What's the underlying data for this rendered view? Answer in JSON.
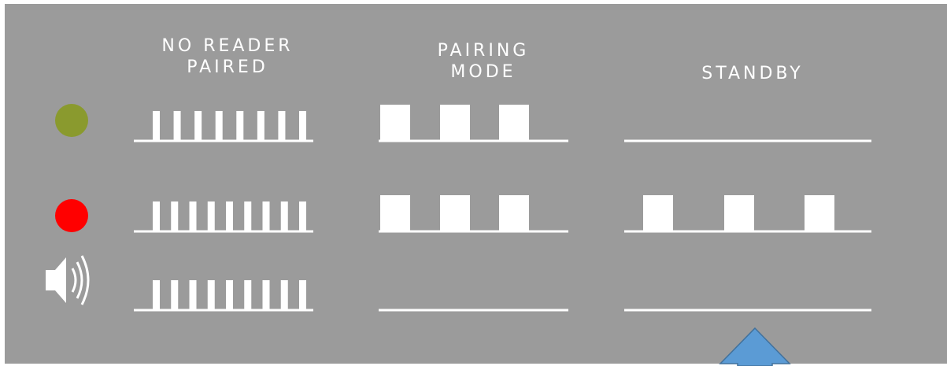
{
  "colors": {
    "panel": "#9b9b9b",
    "foreground": "#ffffff",
    "green_led": "#8a9a2e",
    "red_led": "#ff0000",
    "arrow_fill": "#5b9bd5",
    "arrow_stroke": "#41719c"
  },
  "columns": [
    {
      "key": "no_reader_paired",
      "heading": "NO READER\nPAIRED"
    },
    {
      "key": "pairing_mode",
      "heading": "PAIRING\nMODE"
    },
    {
      "key": "standby",
      "heading": "STANDBY"
    }
  ],
  "rows": [
    {
      "key": "green-led",
      "indicator": "green-led-icon"
    },
    {
      "key": "red-led",
      "indicator": "red-led-icon"
    },
    {
      "key": "buzzer",
      "indicator": "speaker-icon"
    }
  ],
  "patterns": {
    "green-led": {
      "no_reader_paired": {
        "pulses": 8,
        "style": "fast"
      },
      "pairing_mode": {
        "pulses": 3,
        "style": "slow"
      },
      "standby": {
        "pulses": 0,
        "style": "off"
      }
    },
    "red-led": {
      "no_reader_paired": {
        "pulses": 9,
        "style": "fast"
      },
      "pairing_mode": {
        "pulses": 3,
        "style": "slow"
      },
      "standby": {
        "pulses": 3,
        "style": "slow"
      }
    },
    "buzzer": {
      "no_reader_paired": {
        "pulses": 9,
        "style": "fast"
      },
      "pairing_mode": {
        "pulses": 0,
        "style": "off"
      },
      "standby": {
        "pulses": 0,
        "style": "off"
      }
    }
  },
  "callout": {
    "icon": "up-arrow-icon",
    "points_to": "standby"
  }
}
